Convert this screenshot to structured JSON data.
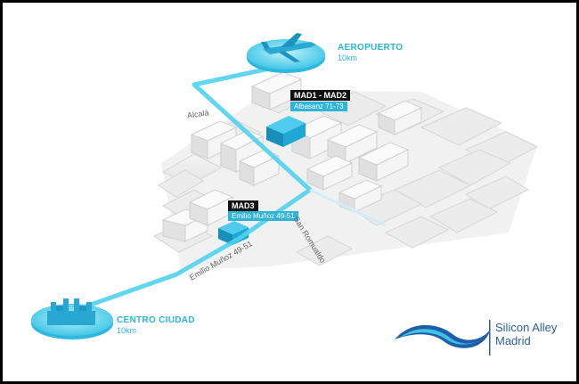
{
  "airport": {
    "title": "AEROPUERTO",
    "distance": "10km"
  },
  "city_center": {
    "title": "CENTRO CIUDAD",
    "distance": "10km"
  },
  "datacenters": [
    {
      "name": "MAD1 - MAD2",
      "address": "Albasanz 71-73"
    },
    {
      "name": "MAD3",
      "address": "Emilio Muñoz 49-51"
    }
  ],
  "streets": {
    "alcala": "Alcalá",
    "san_romualdo": "San Romualdo",
    "emilio_munoz": "Emilio Muñoz 49-51"
  },
  "brand": {
    "line1": "Silicon Alley",
    "line2": "Madrid"
  },
  "colors": {
    "accent": "#29b6d8",
    "route": "#4fd3ec",
    "building": "#e9e9e9",
    "brand": "#2f5f9e"
  }
}
